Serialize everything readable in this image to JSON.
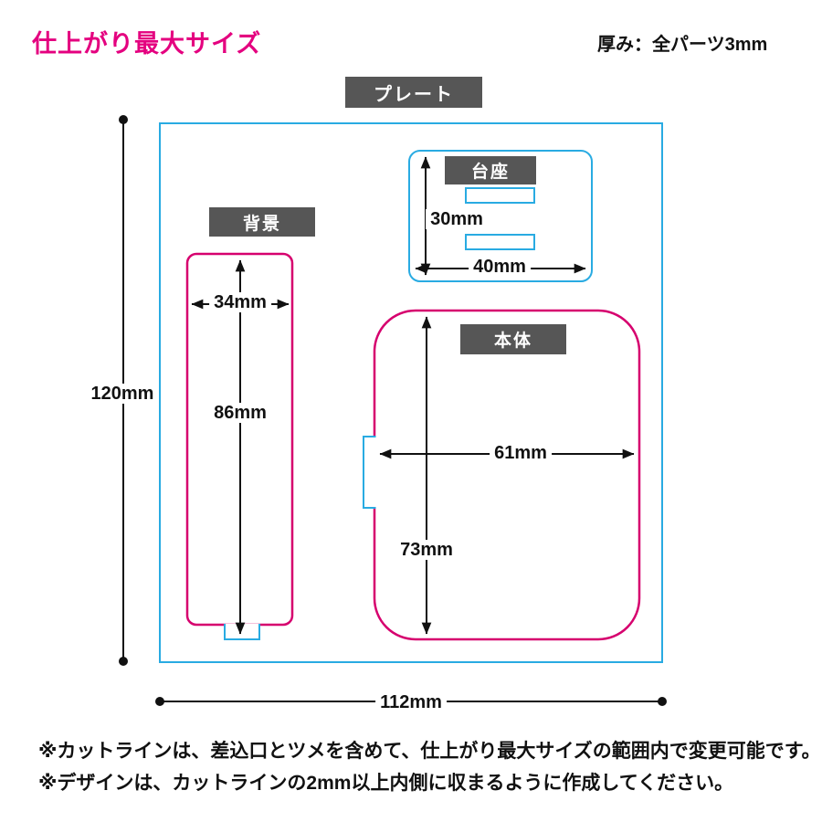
{
  "page": {
    "title": "仕上がり最大サイズ",
    "thickness_note": "厚み：全パーツ3mm",
    "notes": [
      "※カットラインは、差込口とツメを含めて、仕上がり最大サイズの範囲内で変更可能です。",
      "※デザインは、カットラインの2mm以上内側に収まるように作成してください。"
    ]
  },
  "labels": {
    "plate": "プレート",
    "background": "背景",
    "base": "台座",
    "body": "本体"
  },
  "dimensions": {
    "plate_height": "120mm",
    "plate_width": "112mm",
    "background_width": "34mm",
    "background_height": "86mm",
    "base_height": "30mm",
    "base_width": "40mm",
    "body_width": "61mm",
    "body_height": "73mm"
  },
  "colors": {
    "magenta": "#e4007f",
    "shape_magenta": "#d6006e",
    "cyan": "#29abe2",
    "label_bg": "#565656",
    "text": "#111111"
  }
}
